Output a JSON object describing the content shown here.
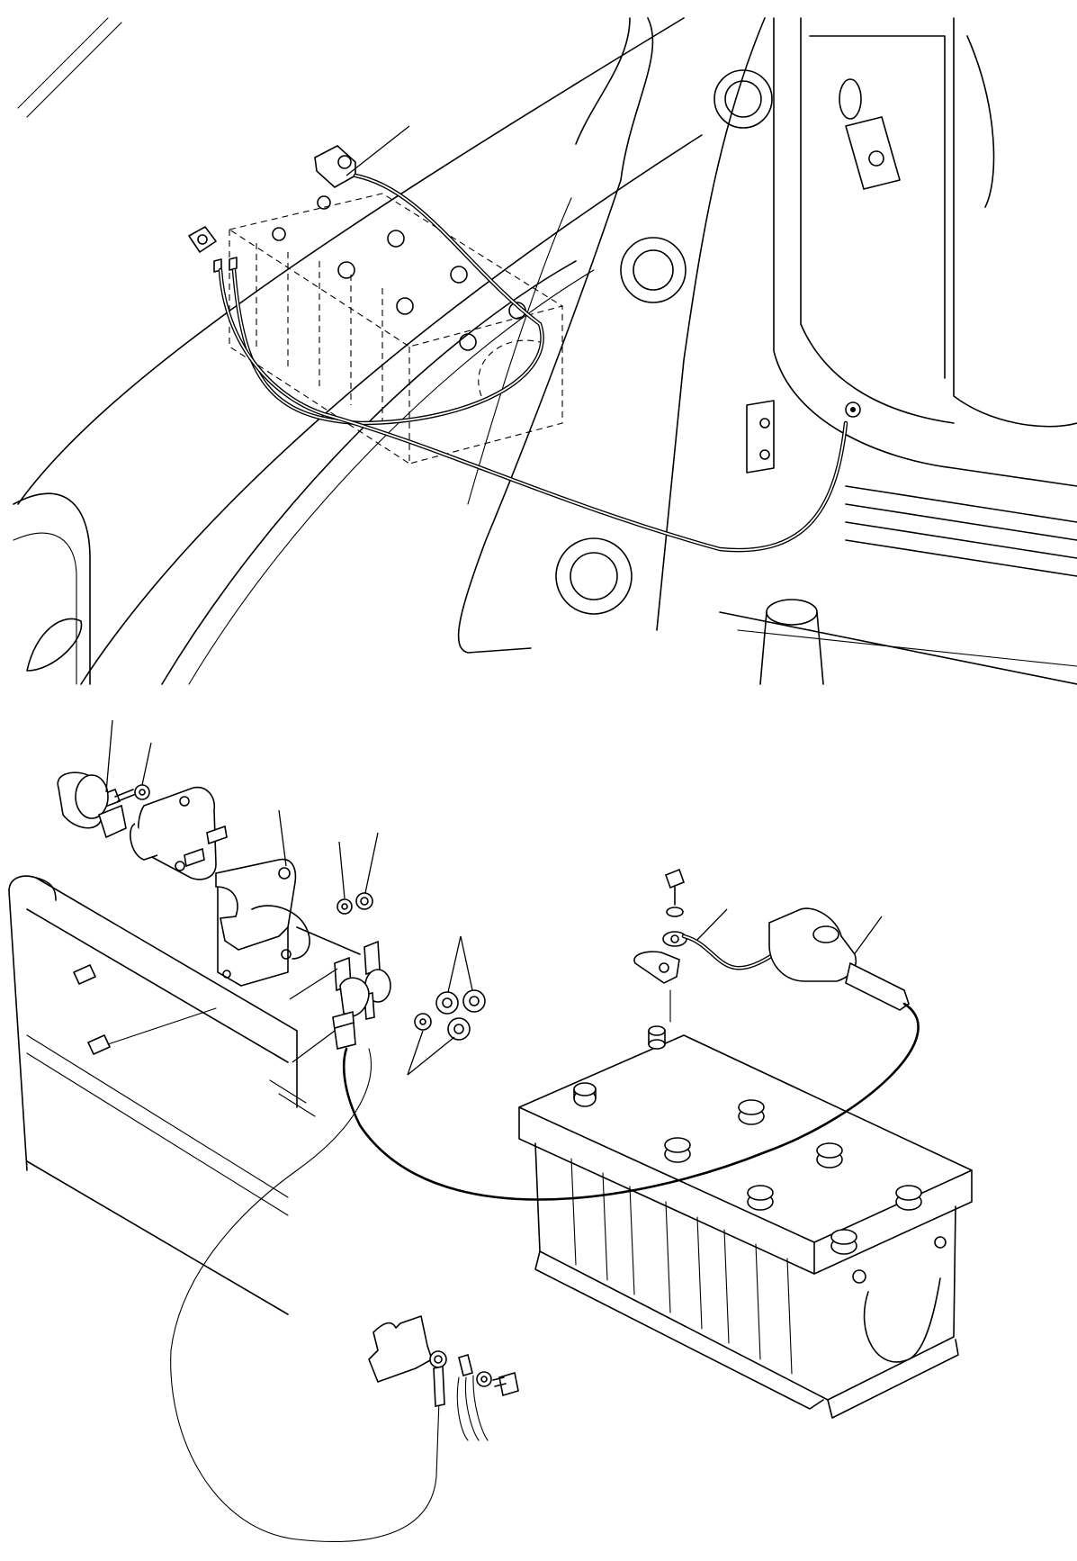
{
  "diagram": {
    "views": [
      {
        "name": "overview-view",
        "content": "battery-cable-routing"
      },
      {
        "name": "detail-view",
        "content": "battery-disconnect-switch-assembly"
      }
    ],
    "icons": [
      "bolt-icon",
      "washer-icon",
      "nut-icon",
      "battery-icon",
      "disconnect-switch-icon",
      "terminal-clamp-icon",
      "ground-strap-icon"
    ],
    "colors": {
      "line": "#000000",
      "background": "#ffffff"
    }
  }
}
